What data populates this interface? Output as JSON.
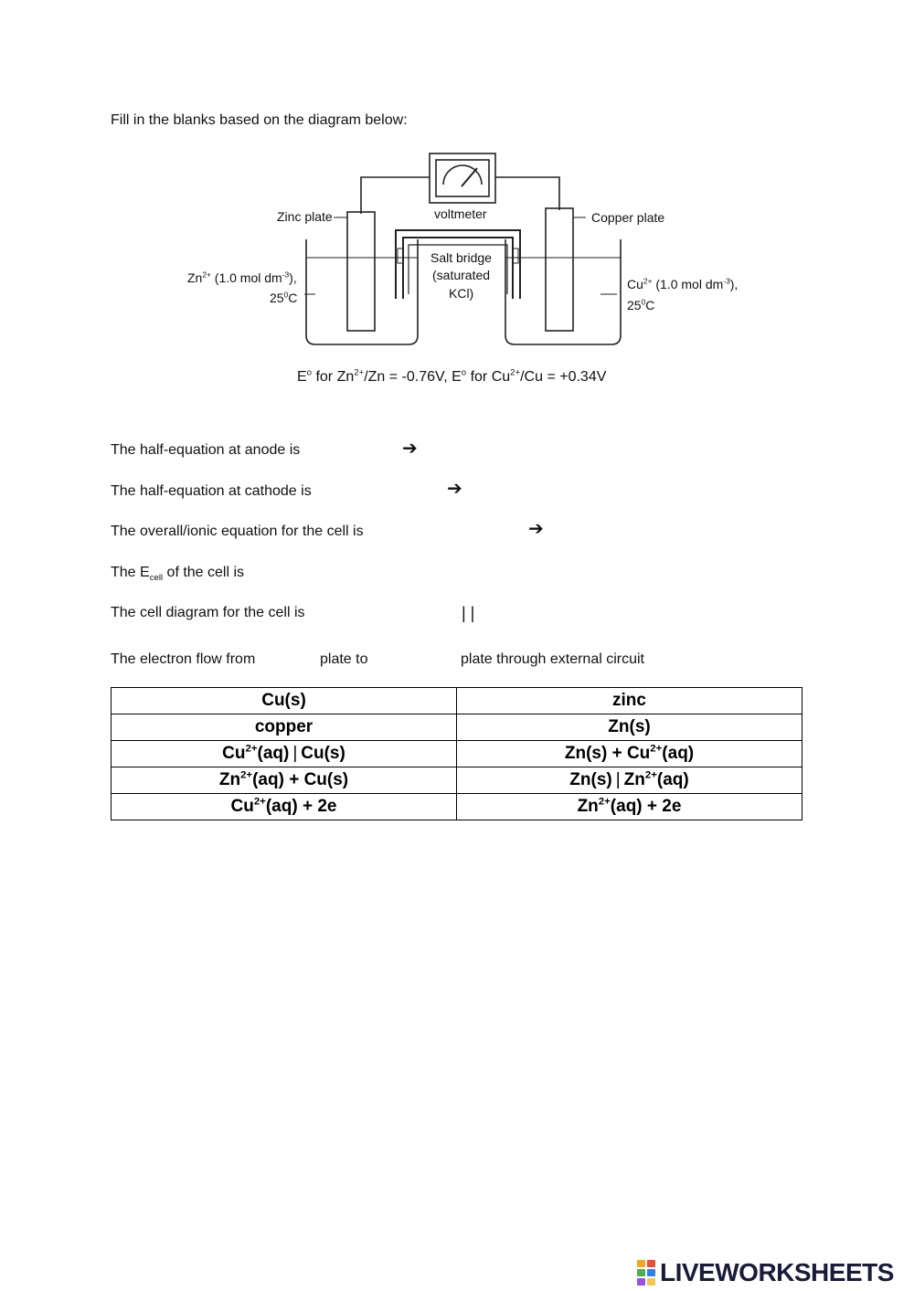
{
  "instruction": "Fill in the blanks based on the diagram below:",
  "diagram": {
    "zinc_plate": "Zinc plate",
    "voltmeter": "voltmeter",
    "copper_plate": "Copper plate",
    "salt_bridge_1": "Salt bridge",
    "salt_bridge_2": "(saturated",
    "salt_bridge_3": "KCl)",
    "zn_solution_ion": "Zn",
    "zn_solution_charge": "2+",
    "zn_solution_conc": " (1.0  mol dm",
    "zn_solution_exp": "-3",
    "zn_solution_end": "),",
    "zn_temp": "25",
    "zn_temp_sup": "0",
    "zn_temp_unit": "C",
    "cu_solution_ion": "Cu",
    "cu_solution_charge": "2+",
    "cu_solution_conc": " (1.0 mol dm",
    "cu_solution_exp": "-3",
    "cu_solution_end": "),",
    "cu_temp": "25",
    "cu_temp_sup": "0",
    "cu_temp_unit": "C"
  },
  "potentials": {
    "p1": "E",
    "p1_sup": "o",
    "p2": " for Zn",
    "p2_sup": "2+",
    "p3": "/Zn = -0.76V, E",
    "p3_sup": "o",
    "p4": " for Cu",
    "p4_sup": "2+",
    "p5": "/Cu = +0.34V"
  },
  "questions": {
    "anode": "The half-equation at anode is",
    "cathode": "The half-equation at cathode is",
    "overall": "The overall/ionic equation for the cell is",
    "ecell_pre": "The E",
    "ecell_sub": "cell",
    "ecell_post": " of the cell is",
    "cell_diagram": "The cell diagram for the cell is",
    "double_bar": "| |",
    "electron_flow_1": "The electron flow from",
    "electron_flow_2": "plate to",
    "electron_flow_3": "plate through external circuit",
    "arrow": "➔"
  },
  "options": [
    [
      {
        "t": "Cu(s)"
      },
      {
        "t": "zinc"
      }
    ],
    [
      {
        "t": "copper"
      },
      {
        "t": "Zn(s)"
      }
    ],
    [
      {
        "a": "Cu",
        "s": "2+",
        "b": "(aq)",
        "bar": "|",
        "c": "Cu(s)"
      },
      {
        "a": "Zn(s) + Cu",
        "s": "2+",
        "b": "(aq)"
      }
    ],
    [
      {
        "a": "Zn",
        "s": "2+",
        "b": "(aq) + Cu(s)"
      },
      {
        "a": "Zn(s)",
        "bar": "|",
        "c": "Zn",
        "s2": "2+",
        "d": "(aq)"
      }
    ],
    [
      {
        "a": "Cu",
        "s": "2+",
        "b": "(aq) + 2e"
      },
      {
        "a": "Zn",
        "s": "2+",
        "b": "(aq) + 2e"
      }
    ]
  ],
  "logo": {
    "text": "LIVEWORKSHEETS",
    "colors": [
      "#f5a623",
      "#e94e3c",
      "#4caf50",
      "#2f80ed",
      "#9b51e0",
      "#f2c94c"
    ]
  }
}
